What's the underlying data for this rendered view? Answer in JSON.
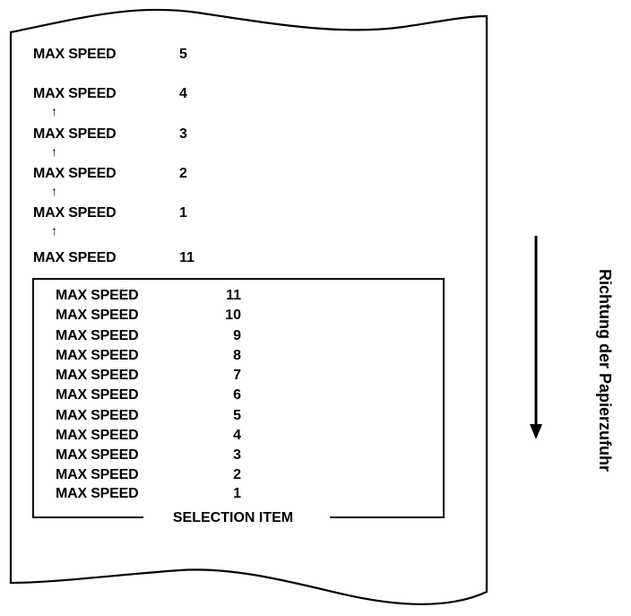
{
  "colors": {
    "ink": "#000000",
    "paper": "#ffffff"
  },
  "printout": {
    "lines": [
      {
        "label": "MAX SPEED",
        "value": "5"
      },
      {
        "label": "MAX SPEED",
        "value": "4"
      },
      {
        "label": "MAX SPEED",
        "value": "3"
      },
      {
        "label": "MAX SPEED",
        "value": "2"
      },
      {
        "label": "MAX SPEED",
        "value": "1"
      },
      {
        "label": "MAX SPEED",
        "value": "11"
      }
    ],
    "arrow_glyph": "↑"
  },
  "selection": {
    "caption": "SELECTION ITEM",
    "items": [
      {
        "label": "MAX SPEED",
        "value": "11"
      },
      {
        "label": "MAX SPEED",
        "value": "10"
      },
      {
        "label": "MAX SPEED",
        "value": "9"
      },
      {
        "label": "MAX SPEED",
        "value": "8"
      },
      {
        "label": "MAX SPEED",
        "value": "7"
      },
      {
        "label": "MAX SPEED",
        "value": "6"
      },
      {
        "label": "MAX SPEED",
        "value": "5"
      },
      {
        "label": "MAX SPEED",
        "value": "4"
      },
      {
        "label": "MAX SPEED",
        "value": "3"
      },
      {
        "label": "MAX SPEED",
        "value": "2"
      },
      {
        "label": "MAX SPEED",
        "value": "1"
      }
    ]
  },
  "direction": {
    "label": "Richtung der Papierzufuhr"
  }
}
